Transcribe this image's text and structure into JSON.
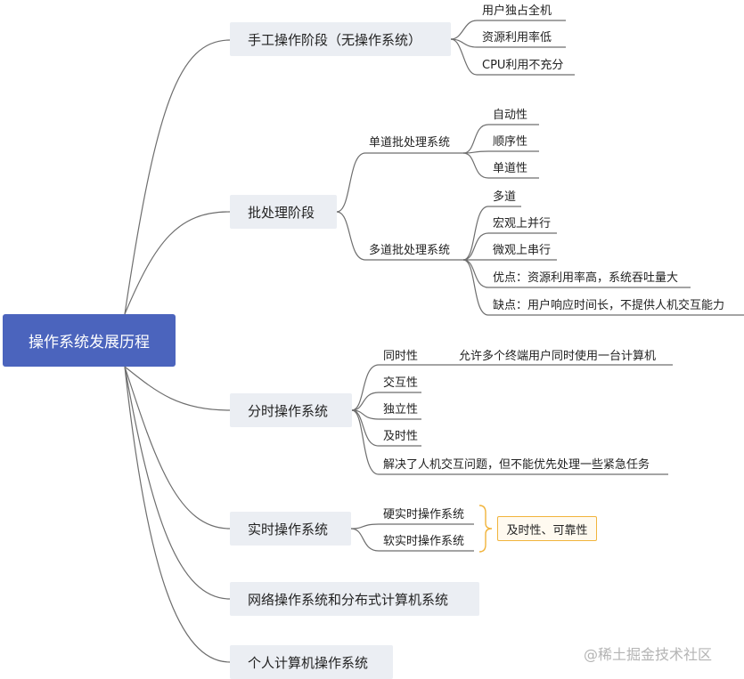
{
  "root": {
    "label": "操作系统发展历程"
  },
  "branches": {
    "manual": {
      "label": "手工操作阶段（无操作系统）",
      "children": [
        "用户独占全机",
        "资源利用率低",
        "CPU利用不充分"
      ]
    },
    "batch": {
      "label": "批处理阶段",
      "single": {
        "label": "单道批处理系统",
        "children": [
          "自动性",
          "顺序性",
          "单道性"
        ]
      },
      "multi": {
        "label": "多道批处理系统",
        "children": [
          "多道",
          "宏观上并行",
          "微观上串行",
          "优点：资源利用率高，系统吞吐量大",
          "缺点：用户响应时间长，不提供人机交互能力"
        ]
      }
    },
    "timesharing": {
      "label": "分时操作系统",
      "children": [
        "同时性",
        "交互性",
        "独立性",
        "及时性",
        "解决了人机交互问题，但不能优先处理一些紧急任务"
      ],
      "simultaneity_note": "允许多个终端用户同时使用一台计算机"
    },
    "realtime": {
      "label": "实时操作系统",
      "children": [
        "硬实时操作系统",
        "软实时操作系统"
      ],
      "summary": "及时性、可靠性"
    },
    "network": {
      "label": "网络操作系统和分布式计算机系统"
    },
    "personal": {
      "label": "个人计算机操作系统"
    }
  },
  "watermark": "@稀土掘金技术社区",
  "colors": {
    "root": "#4b64bd",
    "branch_bg": "#ebeef3",
    "line": "#6e6e6e",
    "summary_border": "#f1b43c"
  }
}
